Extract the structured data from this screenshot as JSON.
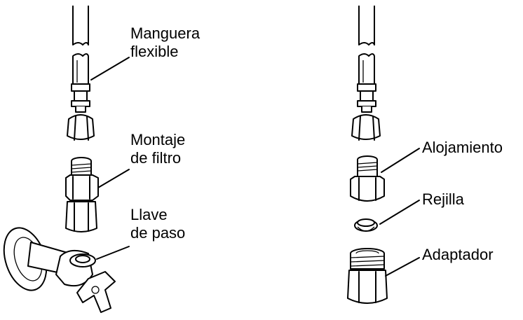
{
  "left_assembly": {
    "hose_label": [
      "Manguera",
      "flexible"
    ],
    "filter_label": [
      "Montaje",
      "de filtro"
    ],
    "valve_label": [
      "Llave",
      "de paso"
    ]
  },
  "right_assembly": {
    "housing_label": "Alojamiento",
    "screen_label": "Rejilla",
    "adapter_label": "Adaptador"
  }
}
